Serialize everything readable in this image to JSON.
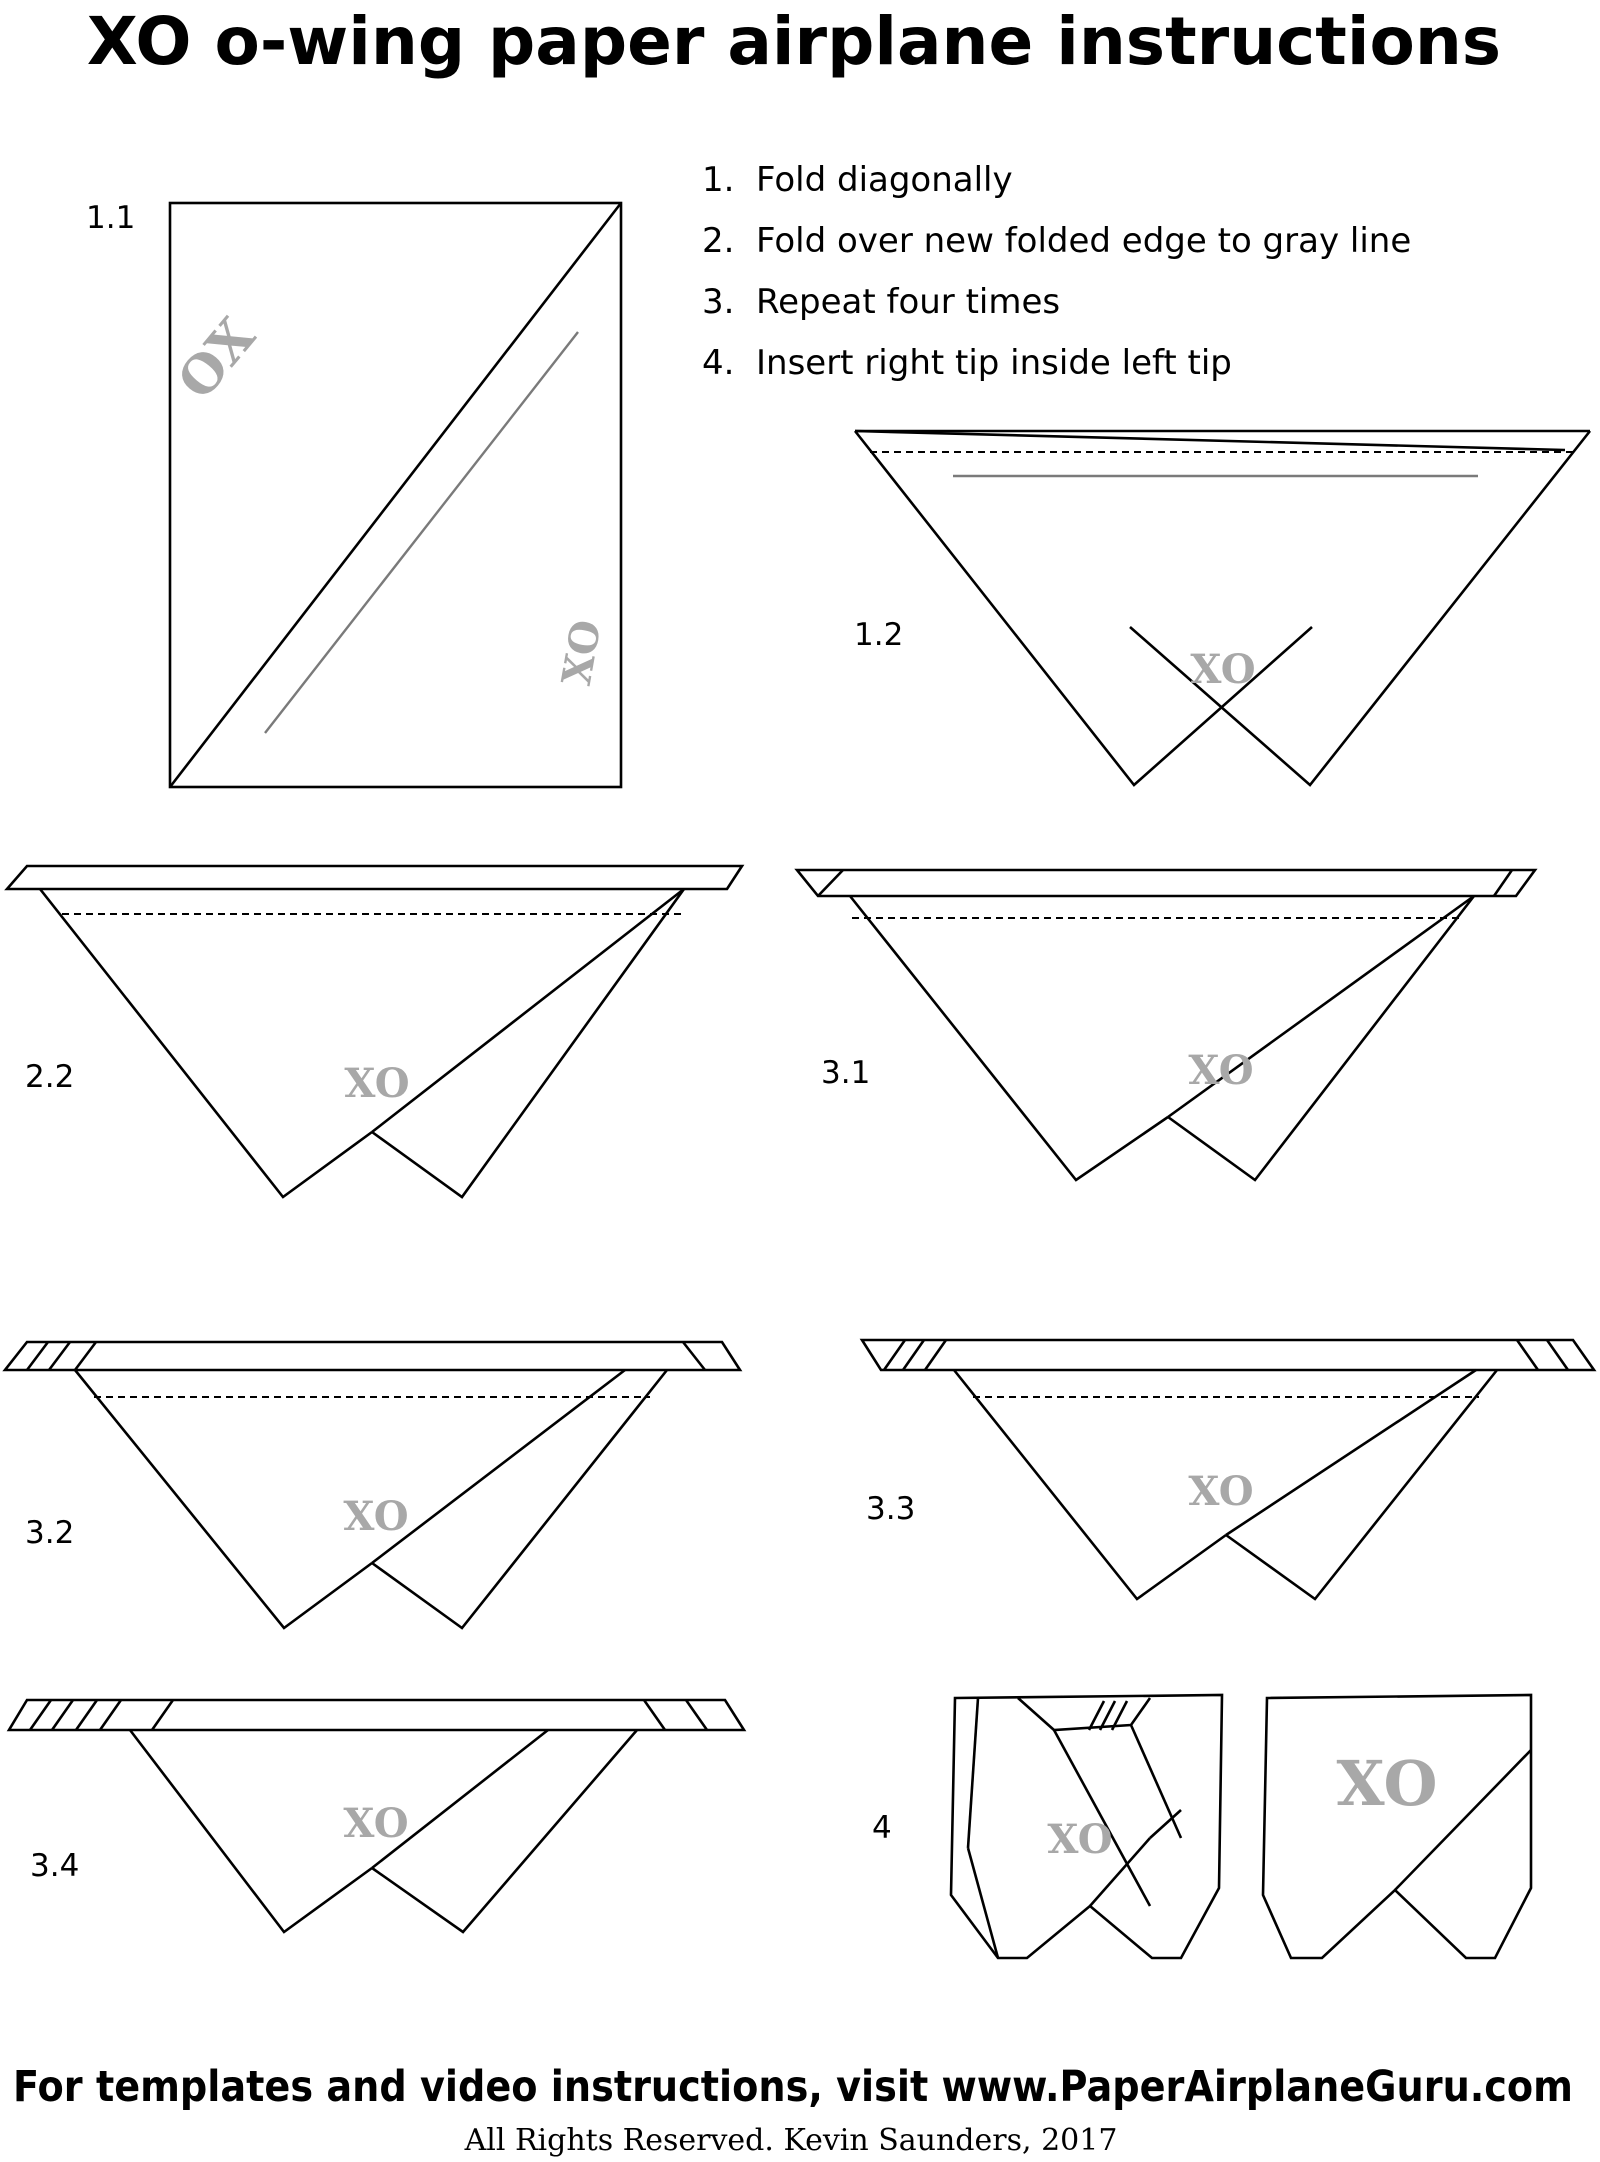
{
  "title": "XO o-wing paper airplane instructions",
  "steps": [
    {
      "num": "1.",
      "text": "Fold diagonally"
    },
    {
      "num": "2.",
      "text": "Fold over new folded edge to gray line"
    },
    {
      "num": "3.",
      "text": "Repeat four times"
    },
    {
      "num": "4.",
      "text": "Insert right tip inside left tip"
    }
  ],
  "diagrams": [
    {
      "id": "1.1",
      "label": "1.1",
      "marks": [
        "OX",
        "XO"
      ]
    },
    {
      "id": "1.2",
      "label": "1.2",
      "marks": [
        "XO"
      ]
    },
    {
      "id": "2.2",
      "label": "2.2",
      "marks": [
        "XO"
      ]
    },
    {
      "id": "3.1",
      "label": "3.1",
      "marks": [
        "XO"
      ]
    },
    {
      "id": "3.2",
      "label": "3.2",
      "marks": [
        "XO"
      ]
    },
    {
      "id": "3.3",
      "label": "3.3",
      "marks": [
        "XO"
      ]
    },
    {
      "id": "3.4",
      "label": "3.4",
      "marks": [
        "XO"
      ]
    },
    {
      "id": "4",
      "label": "4",
      "marks": [
        "XO",
        "XO"
      ]
    }
  ],
  "footer": {
    "cta": "For templates and video instructions, visit www.PaperAirplaneGuru.com",
    "copyright": "All Rights Reserved. Kevin Saunders, 2017"
  },
  "colors": {
    "line": "#000000",
    "guide_line": "#7a7a7a",
    "watermark": "#a8a8a8",
    "background": "#ffffff"
  }
}
